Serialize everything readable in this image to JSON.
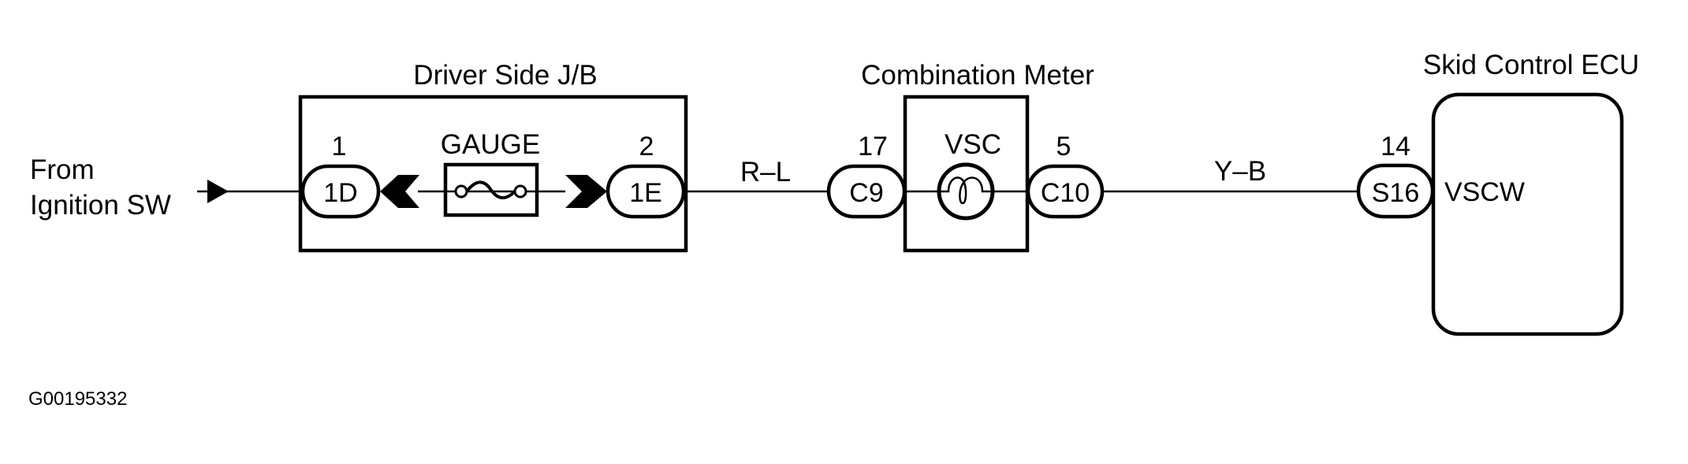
{
  "diagram": {
    "type": "wiring-diagram",
    "source": {
      "line1": "From",
      "line2": "Ignition SW"
    },
    "components": {
      "junction_block": {
        "title": "Driver Side J/B",
        "fuse_label": "GAUGE",
        "connectors": [
          {
            "pin": "1",
            "id": "1D"
          },
          {
            "pin": "2",
            "id": "1E"
          }
        ]
      },
      "combination_meter": {
        "title": "Combination Meter",
        "lamp_label": "VSC",
        "connectors": [
          {
            "pin": "17",
            "id": "C9"
          },
          {
            "pin": "5",
            "id": "C10"
          }
        ]
      },
      "skid_control_ecu": {
        "title": "Skid Control ECU",
        "terminal_label": "VSCW",
        "connectors": [
          {
            "pin": "14",
            "id": "S16"
          }
        ]
      }
    },
    "wires": [
      {
        "color_code": "R–L",
        "from": "1E",
        "to": "C9"
      },
      {
        "color_code": "Y–B",
        "from": "C10",
        "to": "S16"
      }
    ],
    "figure_id": "G00195332"
  }
}
